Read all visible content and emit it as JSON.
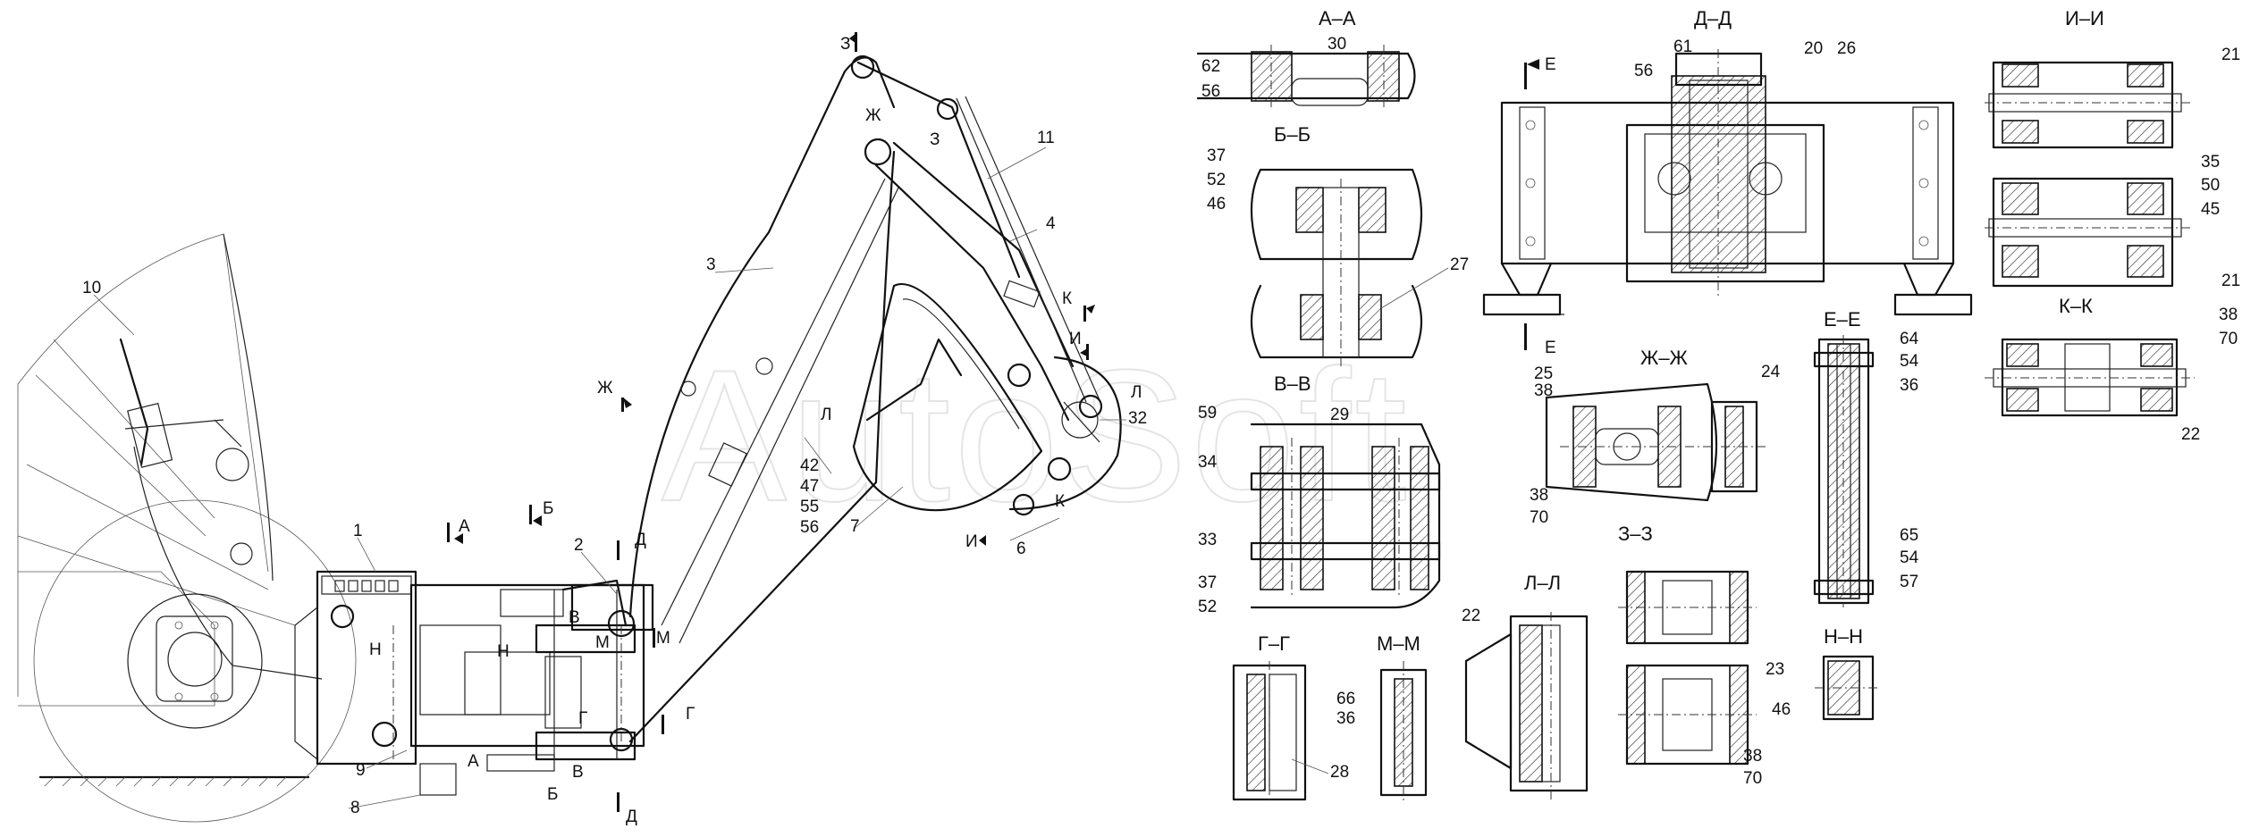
{
  "watermark": "AutoSoft",
  "section_titles": {
    "aa": "А–А",
    "bb": "Б–Б",
    "vv": "В–В",
    "gg": "Г–Г",
    "dd": "Д–Д",
    "ee": "Е–Е",
    "zhzh": "Ж–Ж",
    "zz": "З–З",
    "ii": "И–И",
    "kk": "К–К",
    "ll": "Л–Л",
    "mm": "М–М",
    "nn": "Н–Н"
  },
  "cut_letters": {
    "a": "А",
    "b": "Б",
    "v": "В",
    "g": "Г",
    "d": "Д",
    "e": "Е",
    "zh": "Ж",
    "z": "З",
    "i": "И",
    "k": "К",
    "l": "Л",
    "m": "М",
    "n": "Н"
  },
  "parts": {
    "p1": "1",
    "p2": "2",
    "p3": "3",
    "p4": "4",
    "p6": "6",
    "p7": "7",
    "p8": "8",
    "p9": "9",
    "p10": "10",
    "p11": "11",
    "p20": "20",
    "p21": "21",
    "p22": "22",
    "p23": "23",
    "p24": "24",
    "p25": "25",
    "p26": "26",
    "p27": "27",
    "p28": "28",
    "p29": "29",
    "p30": "30",
    "p32": "32",
    "p33": "33",
    "p34": "34",
    "p35": "35",
    "p36": "36",
    "p37": "37",
    "p38": "38",
    "p42": "42",
    "p45": "45",
    "p46": "46",
    "p47": "47",
    "p50": "50",
    "p52": "52",
    "p54": "54",
    "p55": "55",
    "p56": "56",
    "p57": "57",
    "p59": "59",
    "p61": "61",
    "p62": "62",
    "p64": "64",
    "p65": "65",
    "p66": "66",
    "p70": "70"
  }
}
